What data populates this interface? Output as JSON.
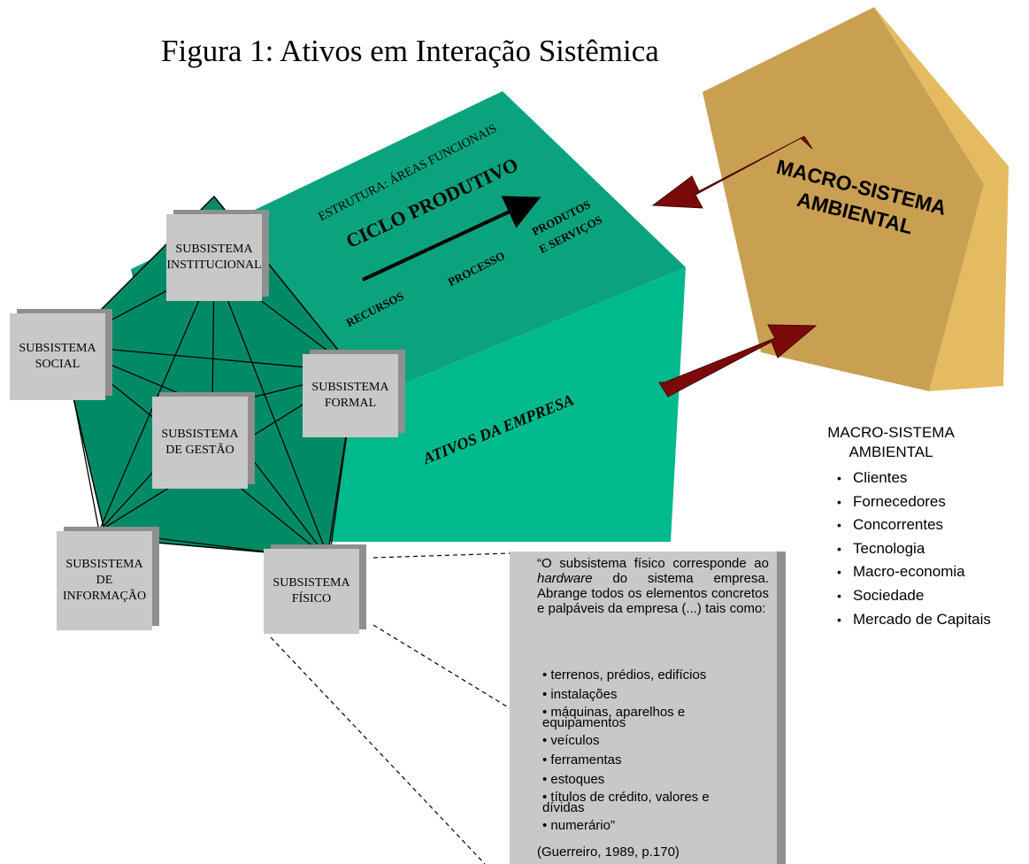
{
  "title": "Figura 1: Ativos em Interação Sistêmica",
  "cube": {
    "top_label": "ESTRUTURA: ÁREAS FUNCIONAIS",
    "cycle_label": "CICLO PRODUTIVO",
    "stage_1": "RECURSOS",
    "stage_2": "PROCESSO",
    "stage_3a": "PRODUTOS",
    "stage_3b": "E SERVIÇOS",
    "front_label": "ATIVOS DA EMPRESA"
  },
  "subsystems": {
    "institucional": "SUBSISTEMA\nINSTITUCIONAL",
    "social": "SUBSISTEMA\nSOCIAL",
    "formal": "SUBSISTEMA\nFORMAL",
    "gestao": "SUBSISTEMA\nDE GESTÃO",
    "informacao": "SUBSISTEMA\nDE\nINFORMAÇÃO",
    "fisico": "SUBSISTEMA\nFÍSICO"
  },
  "macro": {
    "label": "MACRO-SISTEMA AMBIENTAL",
    "side_title": "MACRO-SISTEMA AMBIENTAL",
    "items": [
      "Clientes",
      "Fornecedores",
      "Concorrentes",
      "Tecnologia",
      "Macro-economia",
      "Sociedade",
      "Mercado de Capitais"
    ]
  },
  "callout": {
    "quote_start": "“O subsistema físico corresponde ao",
    "quote_em": "hardware",
    "quote_end": "do sistema empresa. Abrange todos os elementos concretos e palpáveis da empresa (...) tais como:",
    "items": [
      "terrenos, prédios, edifícios",
      "instalações",
      "máquinas, aparelhos e equipamentos",
      "veículos",
      "ferramentas",
      "estoques",
      "títulos de crédito, valores e dívidas",
      "numerário”"
    ],
    "citation": "(Guerreiro, 1989, p.170)"
  },
  "colors": {
    "cube_top": "#0aa37e",
    "cube_front": "#00b98c",
    "cube_left": "#08906c",
    "pentagon_front": "#c9a052",
    "pentagon_side": "#e5bb62",
    "arrow": "#7a0a0a",
    "box": "#c8c8c8",
    "box_shadow": "#8f8f8f"
  }
}
